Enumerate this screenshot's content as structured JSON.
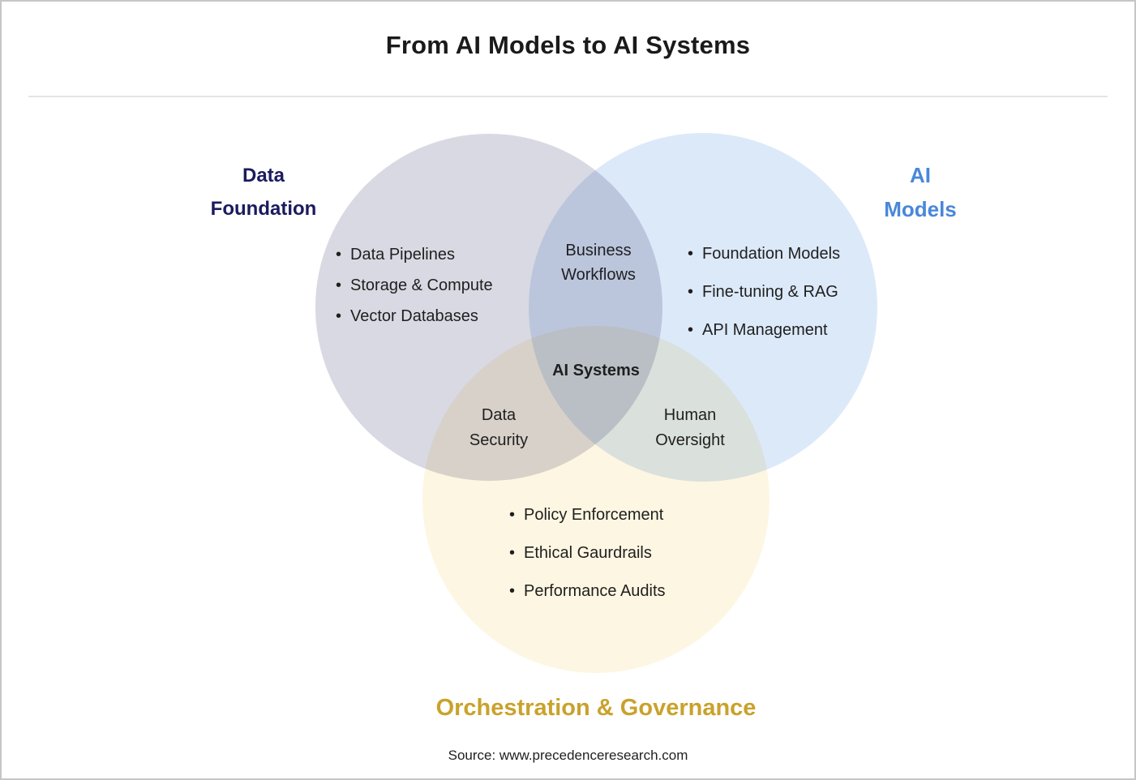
{
  "title": "From AI Models to AI Systems",
  "source": "Source: www.precedenceresearch.com",
  "colors": {
    "title_text": "#1a1a1a",
    "body_text": "#1f1f1f",
    "data_foundation_label": "#1b1b5e",
    "ai_models_label": "#4a87d9",
    "orchestration_label": "#c9a22c",
    "circle_data_foundation": "#d9d9e3",
    "circle_ai_models": "#dce9f9",
    "circle_orchestration": "#fdf6e2"
  },
  "venn": {
    "data_foundation": {
      "label_line1": "Data",
      "label_line2": "Foundation",
      "items": [
        "Data Pipelines",
        "Storage & Compute",
        "Vector Databases"
      ]
    },
    "ai_models": {
      "label_line1": "AI",
      "label_line2": "Models",
      "items": [
        "Foundation Models",
        "Fine-tuning & RAG",
        "API Management"
      ]
    },
    "orchestration": {
      "label": "Orchestration & Governance",
      "items": [
        "Policy Enforcement",
        "Ethical Gaurdrails",
        "Performance Audits"
      ]
    },
    "overlaps": {
      "business_workflows_line1": "Business",
      "business_workflows_line2": "Workflows",
      "data_security_line1": "Data",
      "data_security_line2": "Security",
      "human_oversight_line1": "Human",
      "human_oversight_line2": "Oversight",
      "center": "AI Systems"
    }
  }
}
